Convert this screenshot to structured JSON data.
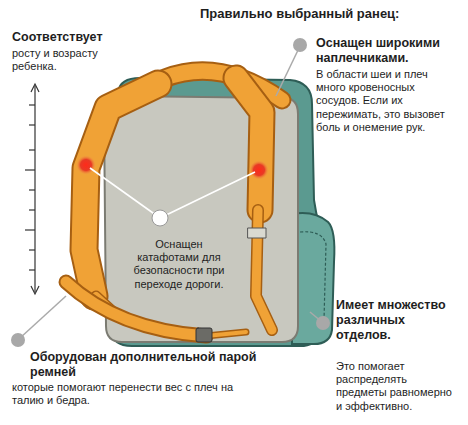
{
  "diagram": {
    "title": "Правильно выбранный ранец:",
    "labels": [
      "Соответствует",
      "росту и возрасту ребенка.",
      "Оснащен широкими наплечниками.",
      "В области шеи и плеч много кровеносных сосудов. Если их пережимать, это вызовет боль и онемение рук.",
      "Оснащен катафотами для безопасности при переходе дороги.",
      "Имеет множество различных отделов.",
      "Это помогает распределять предметы равномерно и эффективно.",
      "Оборудован дополнительной парой ремней",
      "которые помогают перенести вес с плеч на талию и бедра."
    ]
  }
}
